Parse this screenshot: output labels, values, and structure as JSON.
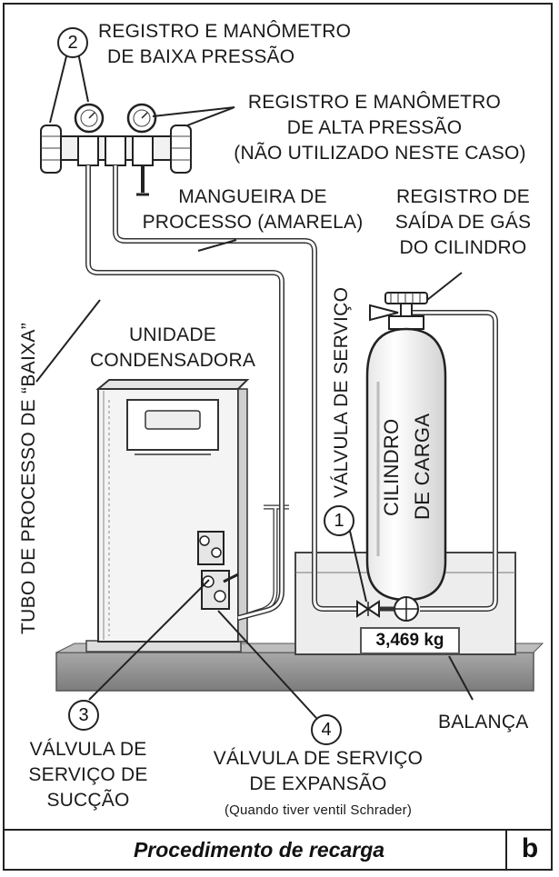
{
  "labels": {
    "low_pressure_1": "REGISTRO E MANÔMETRO",
    "low_pressure_2": "DE BAIXA PRESSÃO",
    "high_pressure_1": "REGISTRO E MANÔMETRO",
    "high_pressure_2": "DE ALTA PRESSÃO",
    "high_pressure_3": "(NÃO UTILIZADO NESTE CASO)",
    "hose_1": "MANGUEIRA DE",
    "hose_2": "PROCESSO (AMARELA)",
    "cylinder_valve_1": "REGISTRO DE",
    "cylinder_valve_2": "SAÍDA DE GÁS",
    "cylinder_valve_3": "DO CILINDRO",
    "condenser_1": "UNIDADE",
    "condenser_2": "CONDENSADORA",
    "process_tube": "TUBO DE PROCESSO DE “BAIXA”",
    "service_valve": "VÁLVULA DE SERVIÇO",
    "cylinder_1": "CILINDRO",
    "cylinder_2": "DE CARGA",
    "scale_reading": "3,469 kg",
    "scale": "BALANÇA",
    "suction_1": "VÁLVULA DE",
    "suction_2": "SERVIÇO DE",
    "suction_3": "SUCÇÃO",
    "expansion_1": "VÁLVULA DE SERVIÇO",
    "expansion_2": "DE EXPANSÃO",
    "expansion_note": "(Quando tiver ventil Schrader)"
  },
  "callouts": {
    "n1": "1",
    "n2": "2",
    "n3": "3",
    "n4": "4"
  },
  "footer": {
    "title": "Procedimento de recarga",
    "badge": "b"
  },
  "colors": {
    "line": "#333333",
    "floor": "#8e8e8e",
    "unit_fill": "#f4f4f4"
  }
}
